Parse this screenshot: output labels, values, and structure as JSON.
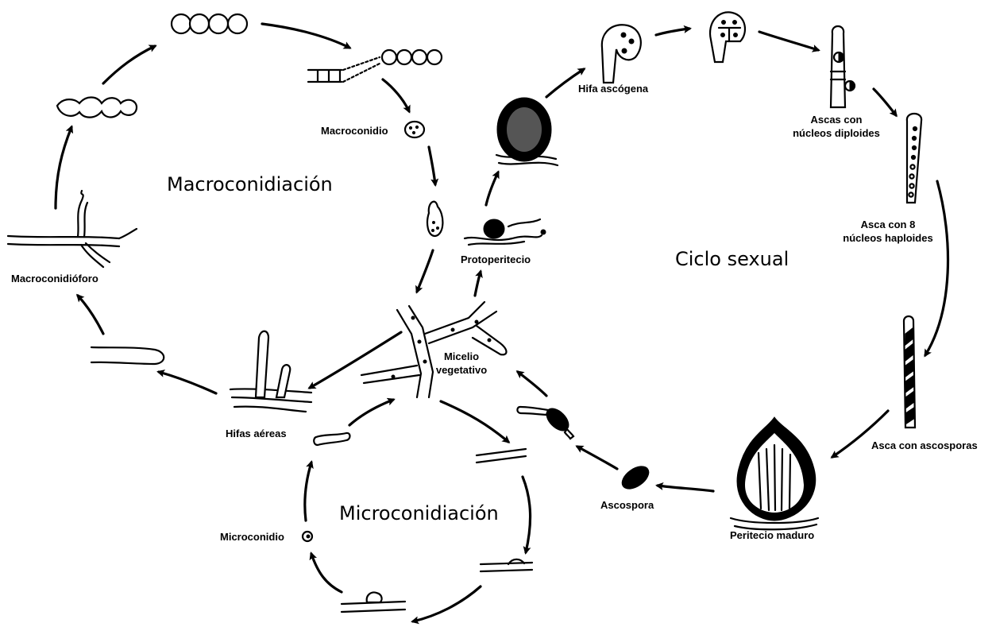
{
  "cycles": {
    "macro": "Macroconidiación",
    "sexual": "Ciclo sexual",
    "micro": "Microconidiación"
  },
  "labels": {
    "macroconidio": "Macroconidio",
    "macroconidioforo": "Macroconidióforo",
    "hifas_aereas": "Hifas aéreas",
    "micelio_1": "Micelio",
    "micelio_2": "vegetativo",
    "protoperitecio": "Protoperitecio",
    "hifa_ascogena": "Hifa ascógena",
    "ascas_diploides_1": "Ascas con",
    "ascas_diploides_2": "núcleos diploides",
    "asca_haploides_1": "Asca con 8",
    "asca_haploides_2": "núcleos haploides",
    "asca_ascosporas": "Asca con ascosporas",
    "peritecio_maduro": "Peritecio maduro",
    "ascospora": "Ascospora",
    "microconidio": "Microconidio"
  },
  "colors": {
    "ink": "#000000",
    "paper": "#ffffff"
  }
}
